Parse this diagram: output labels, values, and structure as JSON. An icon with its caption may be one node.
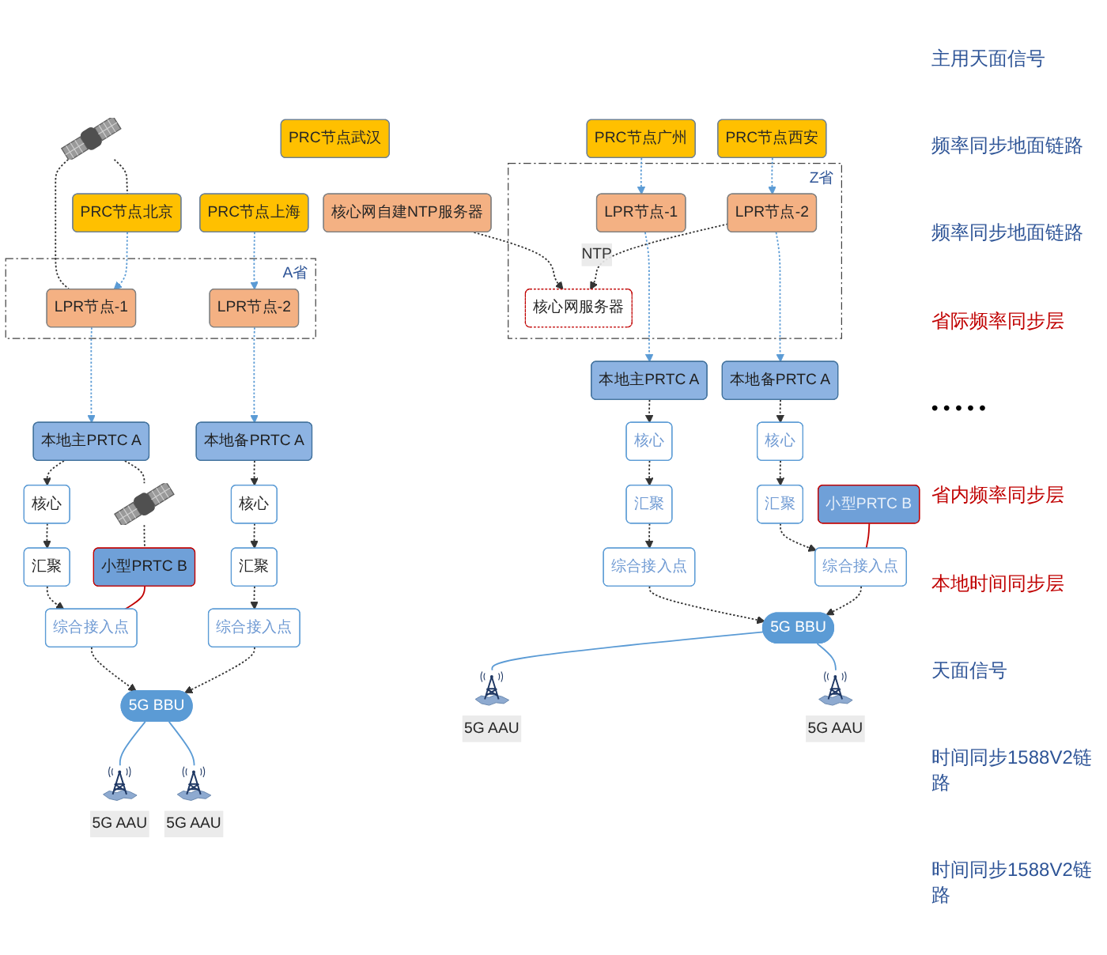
{
  "diagram": {
    "nodes": [
      {
        "text": [],
        "shape": "picture"
      },
      {
        "text": [
          "PRC节点北京"
        ]
      },
      {
        "text": [
          "PRC节点上海"
        ]
      },
      {
        "text": [
          "PRC节点武汉"
        ]
      },
      {
        "text": [
          "PRC节点广州"
        ]
      },
      {
        "text": [
          "PRC节点西安"
        ]
      },
      {
        "text": [
          "核心网自建NTP服务器"
        ]
      },
      {
        "text": [
          "A省"
        ]
      },
      {
        "text": [
          "LPR节点-1"
        ],
        "in": 7
      },
      {
        "text": [
          "LPR节点-2"
        ],
        "in": 7
      },
      {
        "text": [
          "Z省"
        ]
      },
      {
        "text": [
          "LPR节点-1"
        ],
        "in": 10
      },
      {
        "text": [
          "LPR节点-2"
        ],
        "in": 10
      },
      {
        "text": [
          "核心网服务器"
        ],
        "in": 10
      },
      {
        "text": [
          "本地主PRTC A"
        ]
      },
      {
        "text": [
          "本地备PRTC A"
        ]
      },
      {
        "text": [
          "本地主PRTC A"
        ]
      },
      {
        "text": [
          "本地备PRTC A"
        ]
      },
      {
        "text": [],
        "shape": "picture"
      },
      {
        "text": [
          "核心"
        ]
      },
      {
        "text": [
          "核心"
        ]
      },
      {
        "text": [
          "核心"
        ]
      },
      {
        "text": [
          "核心"
        ]
      },
      {
        "text": [
          "汇聚"
        ]
      },
      {
        "text": [
          "汇聚"
        ]
      },
      {
        "text": [
          "汇聚"
        ]
      },
      {
        "text": [
          "汇聚"
        ]
      },
      {
        "text": [
          "小型PRTC B"
        ]
      },
      {
        "text": [
          "小型PRTC B"
        ]
      },
      {
        "text": [
          "综合接入点"
        ]
      },
      {
        "text": [
          "综合接入点"
        ]
      },
      {
        "text": [
          "综合接入点"
        ]
      },
      {
        "text": [
          "综合接入点"
        ]
      },
      {
        "text": [
          "5G BBU"
        ]
      },
      {
        "text": [
          "5G BBU"
        ]
      },
      {
        "text": [
          "5G AAU"
        ]
      },
      {
        "text": [
          "5G AAU"
        ]
      },
      {
        "text": [
          "5G AAU"
        ]
      },
      {
        "text": [
          "5G AAU"
        ]
      }
    ],
    "edges": [
      {
        "from": 0,
        "to": 1,
        "arrow": "none",
        "style": "dashed"
      },
      {
        "from": 0,
        "to": 8,
        "arrow": "none",
        "style": "dashed"
      },
      {
        "from": 1,
        "to": 8,
        "arrow": "to",
        "style": "dashed",
        "color": "#5b9bd5"
      },
      {
        "from": 2,
        "to": 9,
        "arrow": "to",
        "style": "dashed",
        "color": "#5b9bd5"
      },
      {
        "from": 4,
        "to": 11,
        "arrow": "to",
        "style": "dashed",
        "color": "#5b9bd5"
      },
      {
        "from": 5,
        "to": 12,
        "arrow": "to",
        "style": "dashed",
        "color": "#5b9bd5"
      },
      {
        "from": 6,
        "to": 13,
        "arrow": "to",
        "style": "dashed"
      },
      {
        "from": 12,
        "to": 13,
        "arrow": "to",
        "style": "dashed",
        "label": "NTP"
      },
      {
        "from": 8,
        "to": 14,
        "arrow": "to",
        "style": "dashed",
        "color": "#5b9bd5"
      },
      {
        "from": 9,
        "to": 15,
        "arrow": "to",
        "style": "dashed",
        "color": "#5b9bd5"
      },
      {
        "from": 11,
        "to": 16,
        "arrow": "to",
        "style": "dashed",
        "color": "#5b9bd5"
      },
      {
        "from": 12,
        "to": 17,
        "arrow": "to",
        "style": "dashed",
        "color": "#5b9bd5"
      },
      {
        "from": 14,
        "to": 18,
        "arrow": "none",
        "style": "dashed"
      },
      {
        "from": 18,
        "to": 27,
        "arrow": "none",
        "style": "dashed"
      },
      {
        "from": 14,
        "to": 19,
        "arrow": "to",
        "style": "dashed"
      },
      {
        "from": 15,
        "to": 20,
        "arrow": "to",
        "style": "dashed"
      },
      {
        "from": 16,
        "to": 21,
        "arrow": "to",
        "style": "dashed"
      },
      {
        "from": 17,
        "to": 22,
        "arrow": "to",
        "style": "dashed"
      },
      {
        "from": 19,
        "to": 23,
        "arrow": "to",
        "style": "dashed"
      },
      {
        "from": 20,
        "to": 24,
        "arrow": "to",
        "style": "dashed"
      },
      {
        "from": 21,
        "to": 25,
        "arrow": "to",
        "style": "dashed"
      },
      {
        "from": 22,
        "to": 26,
        "arrow": "to",
        "style": "dashed"
      },
      {
        "from": 23,
        "to": 29,
        "arrow": "to",
        "style": "dashed"
      },
      {
        "from": 24,
        "to": 30,
        "arrow": "to",
        "style": "dashed"
      },
      {
        "from": 25,
        "to": 31,
        "arrow": "to",
        "style": "dashed"
      },
      {
        "from": 26,
        "to": 32,
        "arrow": "to",
        "style": "dashed"
      },
      {
        "from": 27,
        "to": 29,
        "arrow": "none",
        "color": "#c00000"
      },
      {
        "from": 28,
        "to": 32,
        "arrow": "none",
        "color": "#c00000"
      },
      {
        "from": 29,
        "to": 33,
        "arrow": "to",
        "style": "dashed"
      },
      {
        "from": 30,
        "to": 33,
        "arrow": "to",
        "style": "dashed"
      },
      {
        "from": 31,
        "to": 34,
        "arrow": "to",
        "style": "dashed"
      },
      {
        "from": 32,
        "to": 34,
        "arrow": "to",
        "style": "dashed"
      },
      {
        "from": 33,
        "to": 35,
        "arrow": "none",
        "color": "#5b9bd5"
      },
      {
        "from": 33,
        "to": 36,
        "arrow": "none",
        "color": "#5b9bd5"
      },
      {
        "from": 34,
        "to": 37,
        "arrow": "none",
        "color": "#5b9bd5"
      },
      {
        "from": 34,
        "to": 38,
        "arrow": "none",
        "color": "#5b9bd5"
      }
    ],
    "labels": [
      "主用天面信号",
      "频率同步地面链路",
      "频率同步地面链路",
      "省际频率同步层",
      "• • • • •",
      "省内频率同步层",
      "本地时间同步层",
      "天面信号",
      "时间同步1588V2链路",
      "时间同步1588V2链路"
    ]
  }
}
